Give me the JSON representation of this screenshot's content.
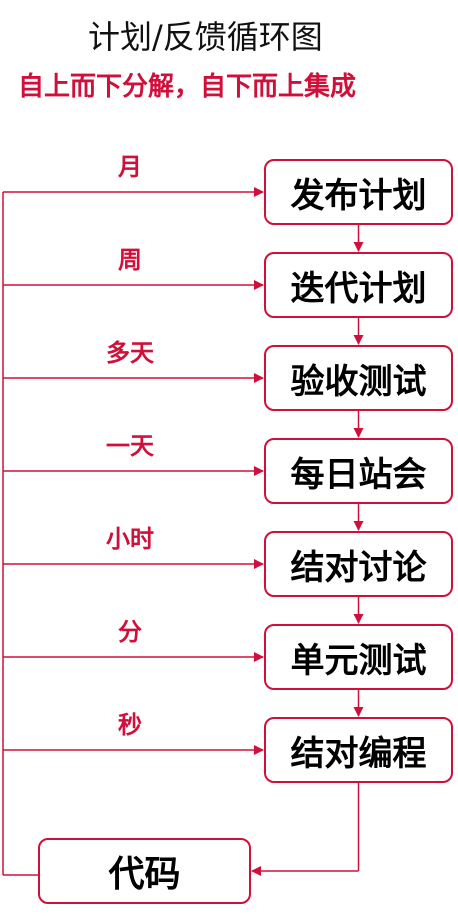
{
  "title": "计划/反馈循环图",
  "subtitle": "自上而下分解，自下而上集成",
  "stages": [
    {
      "label": "发布计划",
      "cycle": "月"
    },
    {
      "label": "迭代计划",
      "cycle": "周"
    },
    {
      "label": "验收测试",
      "cycle": "多天"
    },
    {
      "label": "每日站会",
      "cycle": "一天"
    },
    {
      "label": "结对讨论",
      "cycle": "小时"
    },
    {
      "label": "单元测试",
      "cycle": "分"
    },
    {
      "label": "结对编程",
      "cycle": "秒"
    }
  ],
  "code_label": "代码",
  "colors": {
    "accent": "#d0103a",
    "text": "#000000"
  }
}
